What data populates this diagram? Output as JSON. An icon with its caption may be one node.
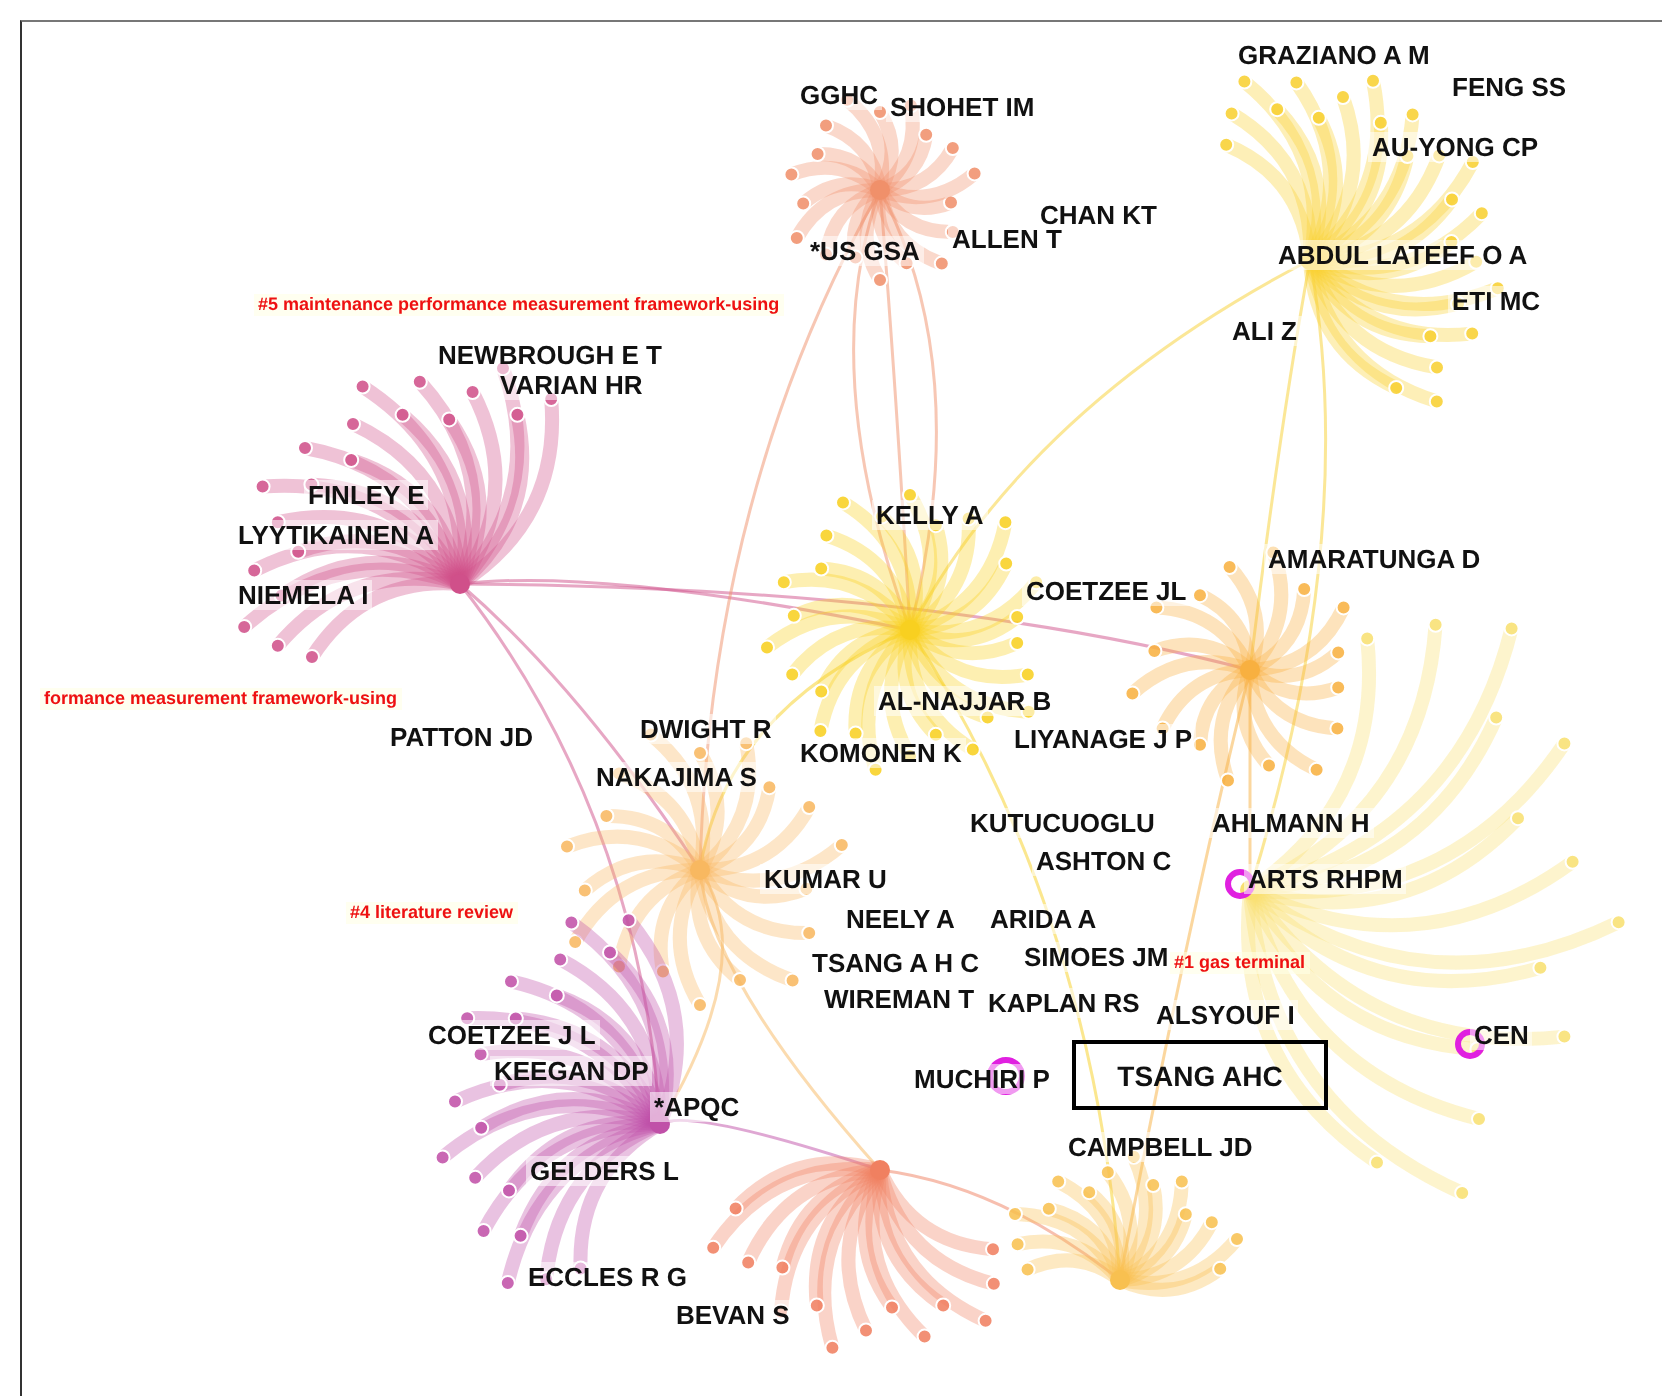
{
  "diagram": {
    "nodes": [
      {
        "text": [
          "TSANG AHC"
        ]
      }
    ],
    "edges": [],
    "labels": [
      "GRAZIANO A M",
      "FENG SS",
      "GGHC",
      "SHOHET IM",
      "AU-YONG CP",
      "CHAN KT",
      "*US GSA",
      "ALLEN T",
      "ABDUL LATEEF O A",
      "#5 maintenance performance measurement framework-using",
      "ETI MC",
      "ALI Z",
      "NEWBROUGH E T",
      "VARIAN HR",
      "FINLEY E",
      "KELLY A",
      "LYYTIKAINEN A",
      "AMARATUNGA D",
      "NIEMELA I",
      "COETZEE JL",
      "formance measurement framework-using",
      "AL-NAJJAR B",
      "PATTON JD",
      "LIYANAGE J P",
      "DWIGHT R",
      "KOMONEN K",
      "NAKAJIMA S",
      "KUTUCUOGLU",
      "AHLMANN H",
      "ASHTON C",
      "KUMAR U",
      "ARTS RHPM",
      "NEELY A",
      "ARIDA A",
      "SIMOES JM",
      "#4 literature review",
      "TSANG A H C",
      "#1 gas terminal",
      "WIREMAN T",
      "KAPLAN RS",
      "ALSYOUF I",
      "COETZEE J L",
      "CEN",
      "KEEGAN DP",
      "MUCHIRI P",
      "*APQC",
      "CAMPBELL JD",
      "GELDERS L",
      "ECCLES R G",
      "BEVAN S"
    ]
  }
}
